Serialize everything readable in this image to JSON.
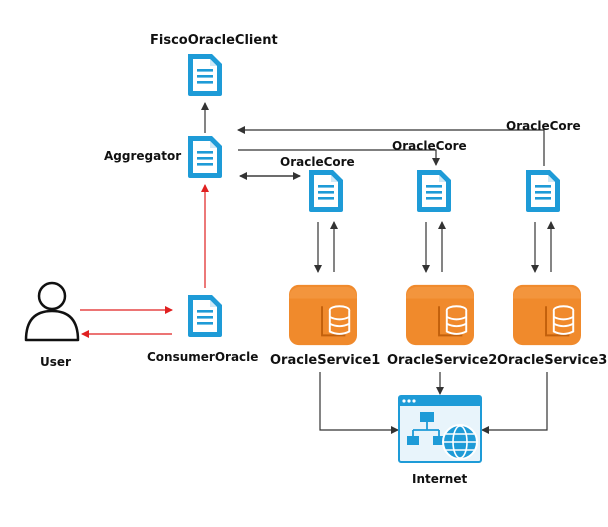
{
  "nodes": {
    "fisco_client": "FiscoOracleClient",
    "aggregator": "Aggregator",
    "consumer_oracle": "ConsumerOracle",
    "user": "User",
    "oracle_core_1": "OracleCore",
    "oracle_core_2": "OracleCore",
    "oracle_core_3": "OracleCore",
    "oracle_service_1": "OracleService1",
    "oracle_service_2": "OracleService2",
    "oracle_service_3": "OracleService3",
    "internet": "Internet"
  },
  "icons": {
    "document": "document-icon",
    "user": "user-icon",
    "service": "database-server-icon",
    "internet": "network-globe-icon"
  },
  "colors": {
    "doc_blue": "#1e9bd7",
    "service_orange": "#f08a2c",
    "service_orange_dark": "#d86f14",
    "flow_red": "#e02020",
    "flow_dark": "#333333"
  }
}
